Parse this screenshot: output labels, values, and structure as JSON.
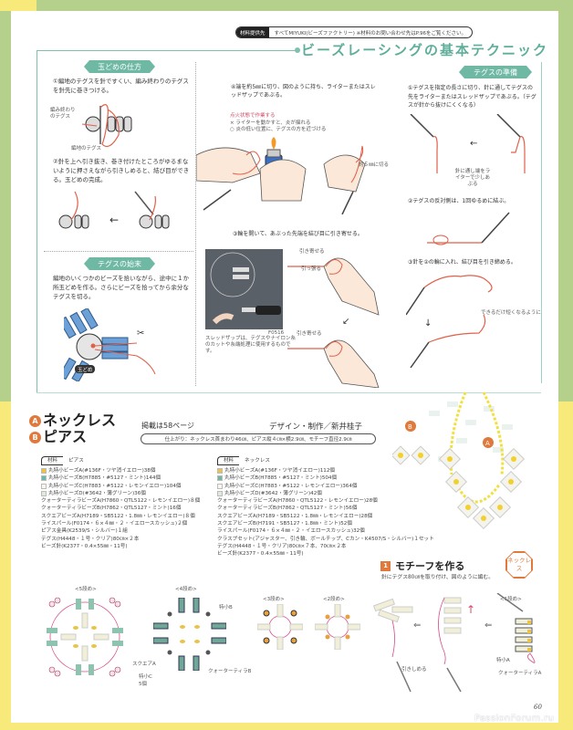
{
  "header": {
    "source_tag": "材料提供先",
    "source_text": "すべてMIYUKI(ビーズファクトリー) ※材料のお問い合わせ先はP.96をご覧ください。",
    "section_title": "ビーズレーシングの基本テクニック"
  },
  "tamadome": {
    "badge": "玉どめの仕方",
    "step1": "①編地のテグスを針ですくい、編み終わりのテグスを針先に巻きつける。",
    "label_end": "編み終わりのテグス",
    "label_base": "編地のテグス",
    "step2": "②針を上へ引き抜き、巻き付けたところがゆるまないように押さえながら引きしめると、結び目ができる。玉どめの完成。"
  },
  "finish_tegusu": {
    "badge": "テグスの始末",
    "text": "編地のいくつかのビーズを拾いながら、途中に１か所玉どめを作る。さらにビーズを拾ってから余分なテグスを切る。",
    "tag": "玉どめ"
  },
  "middle": {
    "step4": "④端を約5㎜に切り、図のように持ち、ライターまたはスレッドザップであぶる。",
    "warning_title": "点火状態で作業する",
    "warning_x": "× ライターを動かすと、炎が揺れる",
    "warning_o": "○ 炎の低い位置に、テグスの方を近づける",
    "cut_label": "約５㎜に切る",
    "step3": "③輪を開いて、あぶった先端を結び目に引き寄せる。",
    "pull_near": "引き寄せる",
    "pull": "引っ張る",
    "pull_near2": "引き寄せる",
    "product_code": "F0516",
    "zap_caption": "スレッドザップは、テグスやナイロン糸のカットや糸端処理に使用するものです。"
  },
  "prep": {
    "badge": "テグスの準備",
    "step1": "①テグスを指定の長さに切り、針に通してテグスの先をライターまたはスレッドザップであぶる。（テグスが針から抜けにくくなる）",
    "needle_note": "針に通し端をライターで少しあぶる",
    "step2": "②テグスの反対側は、1回ゆるめに結ぶ。",
    "step3": "③針を②の輪に入れ、結び目を引き締める。",
    "short_note": "できるだけ短くなるように"
  },
  "project": {
    "a_letter": "A",
    "a_title": "ネックレス",
    "b_letter": "B",
    "b_title": "ピアス",
    "published": "掲載は58ページ",
    "designer": "デザイン・制作／新井桂子",
    "finish": "仕上がり：ネックレス首まわり46㎝、ピアス縦４㎝×横2.9㎝、モチーフ直径2.9㎝"
  },
  "materials_piercing": {
    "box": "材料",
    "title": "ピアス",
    "items": [
      {
        "swatch": "#e8c44a",
        "text": "丸特小ビーズA(#136F・ツヤ消イエロー)38個"
      },
      {
        "swatch": "#6fb8a4",
        "text": "丸特小ビーズB(H7885・#5127・ミント)144個"
      },
      {
        "swatch": "#f8f6ee",
        "text": "丸特小ビーズC(H7883・#5122・レモンイエロー)104個"
      },
      {
        "swatch": "#dfeadf",
        "text": "丸特小ビーズD(#3642・薄グリーン)36個"
      },
      {
        "swatch": "",
        "text": "クォーターティラビーズA(H7860・QTL5122・レモンイエロー)８個"
      },
      {
        "swatch": "",
        "text": "クォーターティラビーズB(H7862・QTL5127・ミント)16個"
      },
      {
        "swatch": "",
        "text": "スクエアビーズA(H7189・SB5122・1.8㎜・レモンイエロー)８個"
      },
      {
        "swatch": "",
        "text": "ライスパール(F0174・６×４㎜・２・イエロースカッシュ)２個"
      },
      {
        "swatch": "",
        "text": "ピアス金具(K2539/S・シルバー)１組"
      },
      {
        "swatch": "",
        "text": "テグス(H4448・１号・クリア)80㎝×２本"
      },
      {
        "swatch": "",
        "text": "ビーズ針(K2377・0.4×55㎜・11号)"
      }
    ]
  },
  "materials_necklace": {
    "box": "材料",
    "title": "ネックレス",
    "items": [
      {
        "swatch": "#e8c44a",
        "text": "丸特小ビーズA(#136F・ツヤ消イエロー)112個"
      },
      {
        "swatch": "#6fb8a4",
        "text": "丸特小ビーズB(H7885・#5127・ミント)504個"
      },
      {
        "swatch": "#f8f6ee",
        "text": "丸特小ビーズC(H7883・#5122・レモンイエロー)364個"
      },
      {
        "swatch": "#dfeadf",
        "text": "丸特小ビーズD(#3642・薄グリーン)42個"
      },
      {
        "swatch": "",
        "text": "クォーターティラビーズA(H7860・QTL5122・レモンイエロー)28個"
      },
      {
        "swatch": "",
        "text": "クォーターティラビーズB(H7862・QTL5127・ミント)56個"
      },
      {
        "swatch": "",
        "text": "スクエアビーズA(H7189・SB5122・1.8㎜・レモンイエロー)28個"
      },
      {
        "swatch": "",
        "text": "スクエアビーズB(H7191・SB5127・1.8㎜・ミント)52個"
      },
      {
        "swatch": "",
        "text": "ライスパール(F0174・６×４㎜・２・イエロースカッシュ)32個"
      },
      {
        "swatch": "",
        "text": "クラスプセット(アジャスター、引き輪、ボールチップ、Cカン・K4507/S・シルバー)１セット"
      },
      {
        "swatch": "",
        "text": "テグス(H4448・１号・クリア)80㎝×７本、70㎝×２本"
      },
      {
        "swatch": "",
        "text": "ビーズ針(K2377・0.4×55㎜・11号)"
      }
    ]
  },
  "photo": {
    "label_a": "A",
    "label_b": "B"
  },
  "motif": {
    "num": "1",
    "title": "モチーフを作る",
    "sub": "針にテグス80㎝を取り付け、図のように編む。",
    "tag": "ネックレス"
  },
  "diagrams": {
    "r5": "<5段め>",
    "r4": "<4段め>",
    "r3": "<3段め>",
    "r2": "<2段め>",
    "r1": "<1段め>",
    "square_a": "スクエアA",
    "toku_c": "特小C",
    "toku_c_count": "5個",
    "toku_b": "特小B",
    "quarter_b": "クォーターティラB",
    "hikishime": "引きしめる",
    "toku_a": "特小A",
    "quarter_a": "クォーターティラA"
  },
  "footer": {
    "page": "60",
    "watermark": "PassionForum.ru"
  }
}
